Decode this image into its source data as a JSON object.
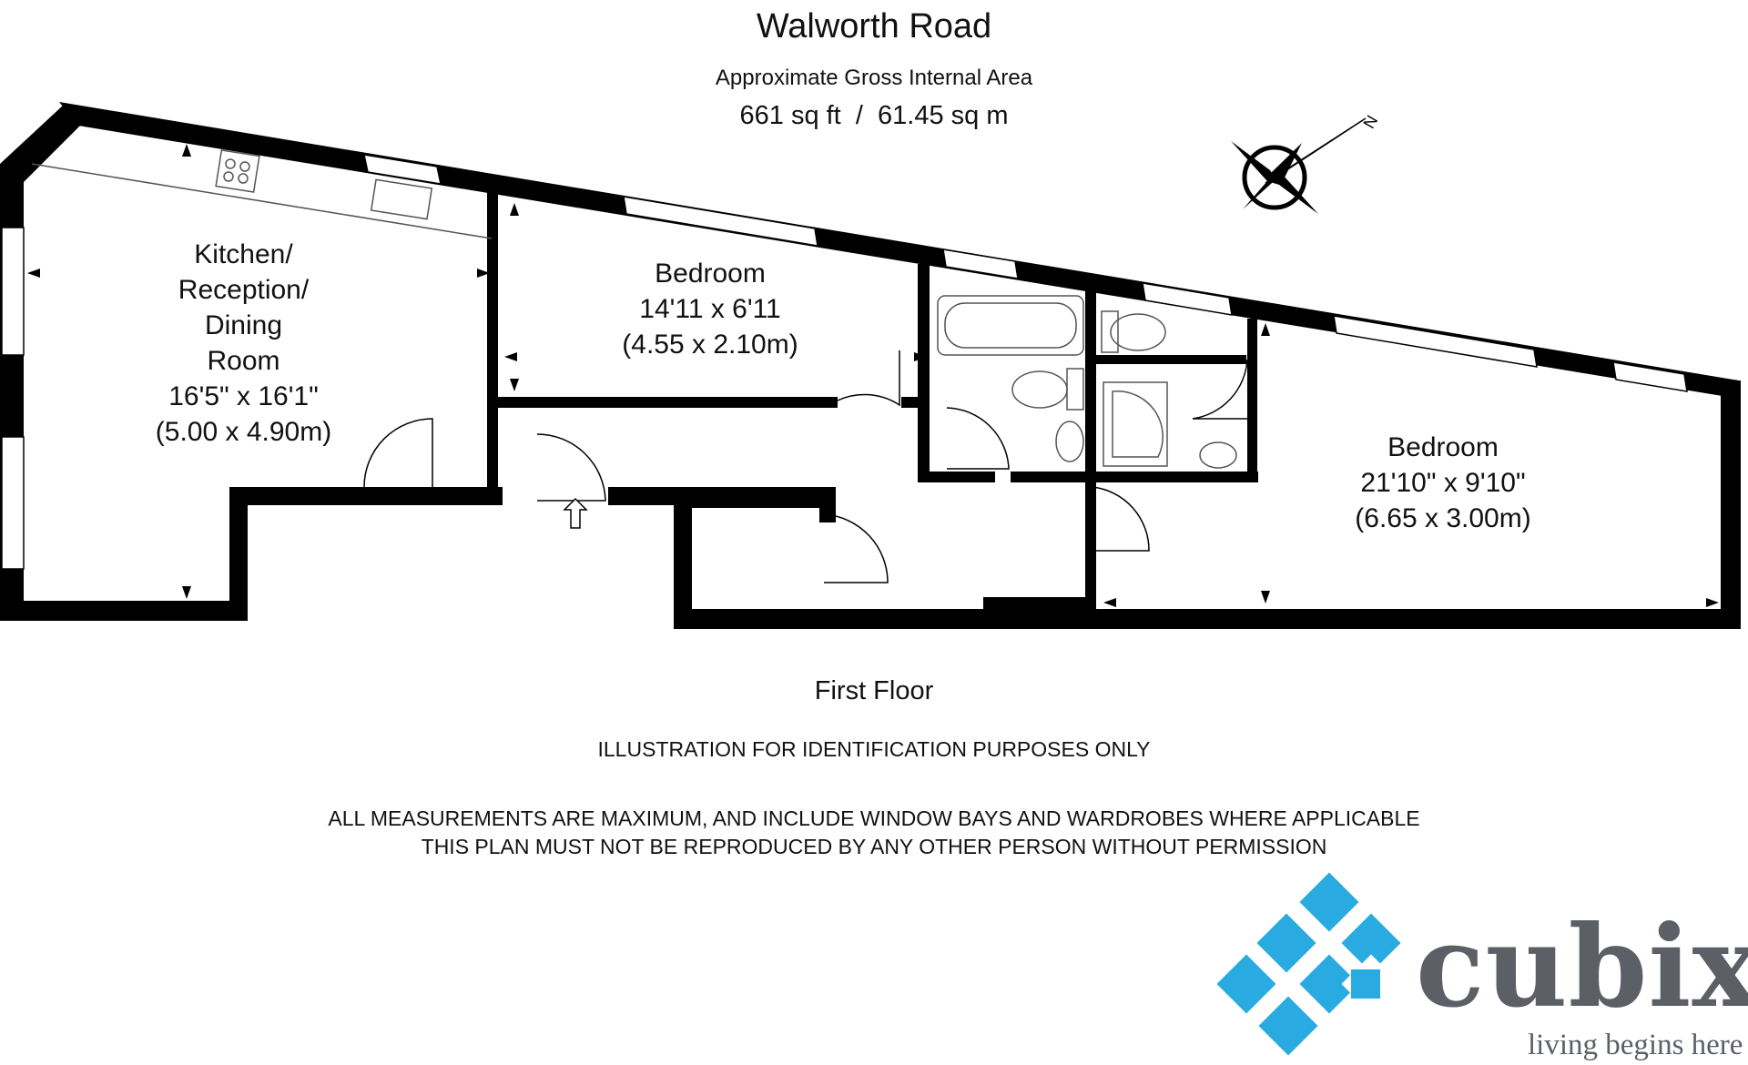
{
  "header": {
    "title": "Walworth Road",
    "area_label": "Approximate Gross Internal Area",
    "area_value": "661 sq ft  /  61.45 sq m"
  },
  "rooms": [
    {
      "lines": [
        "Kitchen/",
        "Reception/",
        "Dining",
        "Room",
        "16'5\" x 16'1\"",
        "(5.00 x 4.90m)"
      ]
    },
    {
      "lines": [
        "Bedroom",
        "14'11 x 6'11",
        "(4.55 x 2.10m)"
      ]
    },
    {
      "lines": [
        "Bedroom",
        "21'10\" x 9'10\"",
        "(6.65 x 3.00m)"
      ]
    }
  ],
  "compass": {
    "label": "N",
    "icon": "compass-rose-icon"
  },
  "footer": {
    "floor_label": "First Floor",
    "disclaimer_1": "ILLUSTRATION FOR IDENTIFICATION PURPOSES ONLY",
    "disclaimer_2": "ALL MEASUREMENTS ARE MAXIMUM, AND INCLUDE WINDOW BAYS AND WARDROBES WHERE APPLICABLE",
    "disclaimer_3": "THIS PLAN MUST NOT BE REPRODUCED BY ANY OTHER PERSON WITHOUT PERMISSION"
  },
  "logo": {
    "word": "cubix",
    "tagline": "living begins here",
    "accent_color": "#29abe2",
    "text_color": "#5c6066"
  },
  "colors": {
    "wall": "#000000",
    "window": "#ffffff",
    "fixture_stroke": "#555555"
  }
}
